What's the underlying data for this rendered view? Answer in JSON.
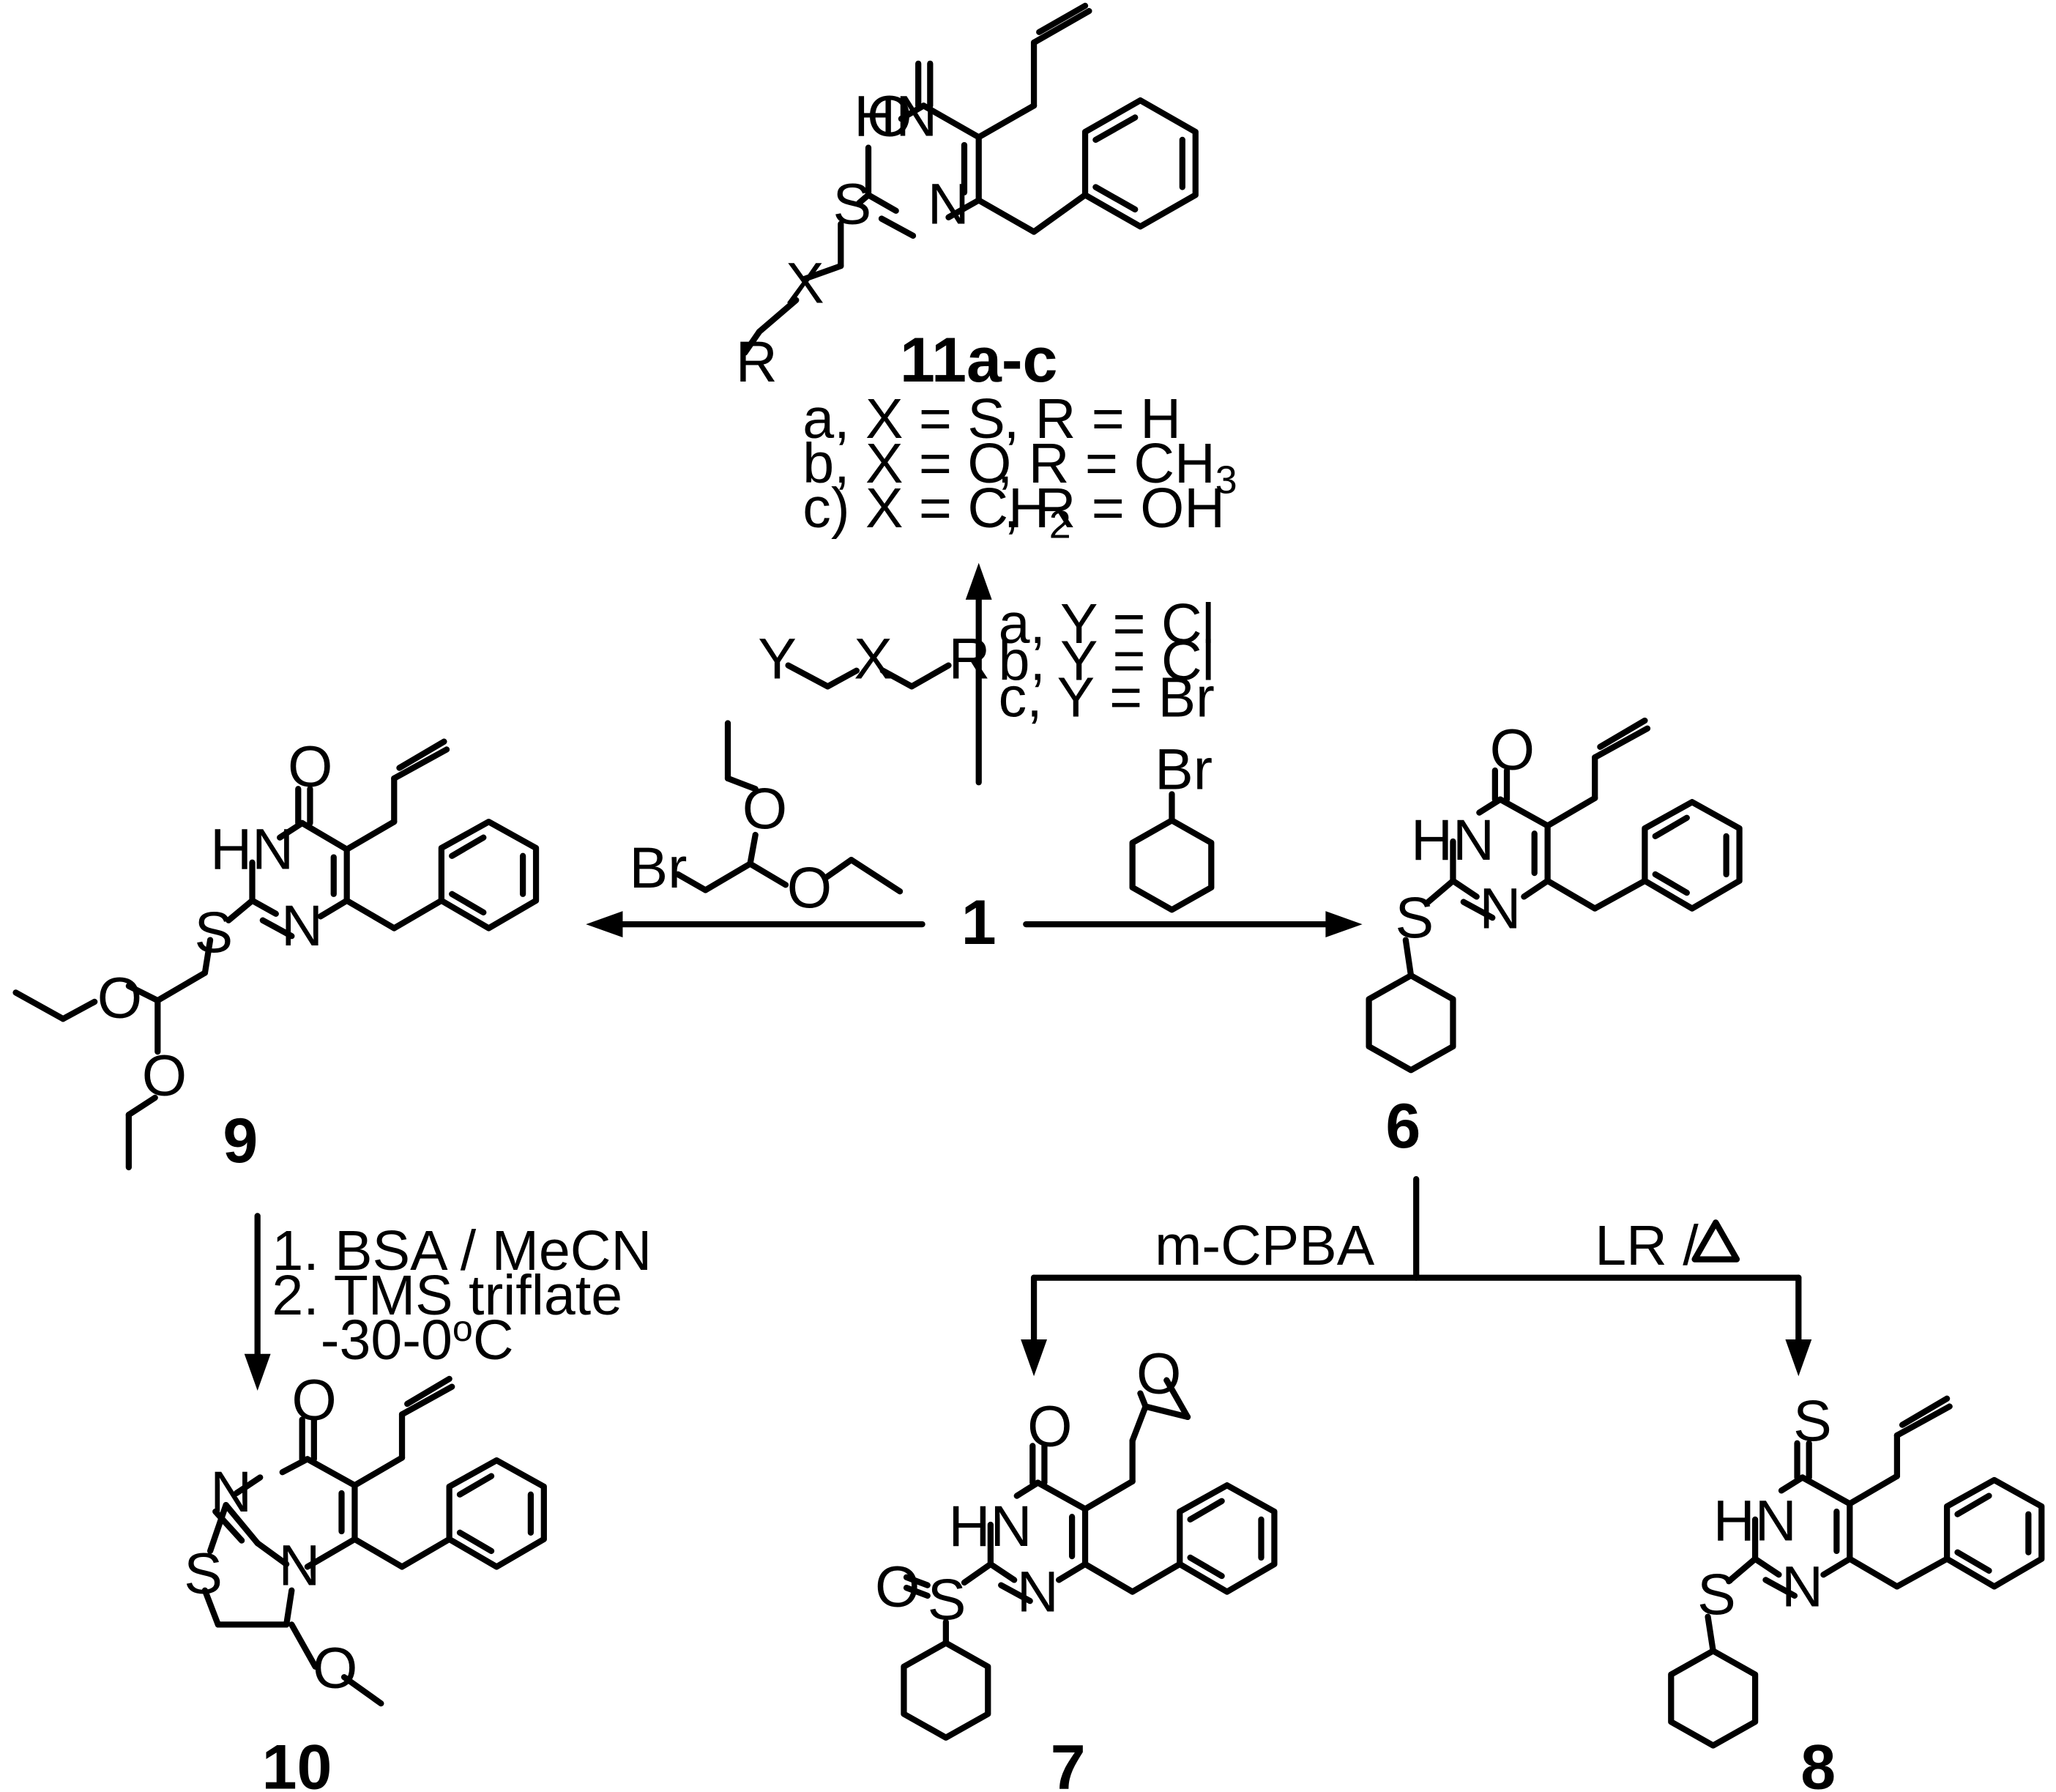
{
  "compounds": {
    "c1": "1",
    "c6": "6",
    "c7": "7",
    "c8": "8",
    "c9": "9",
    "c10": "10",
    "c11": "11a-c"
  },
  "atoms": {
    "O": "O",
    "S": "S",
    "N": "N",
    "HN": "HN",
    "Br": "Br",
    "X": "X",
    "R": "R",
    "Y": "Y"
  },
  "variants_11": [
    {
      "label": "a, X = S",
      "x": "",
      "r": ", R = H",
      "r_sub": ""
    },
    {
      "label": "b, X = O",
      "x": "",
      "r": ", R = CH",
      "r_sub": "3"
    },
    {
      "label": "c) X = CH",
      "x": "2",
      "r": ", R = OH",
      "r_sub": ""
    }
  ],
  "reagent_y": [
    "a, Y = Cl",
    "b, Y = Cl",
    "c, Y = Br"
  ],
  "conditions_9_to_10": {
    "step1": "1. BSA / MeCN",
    "step2": "2. TMS triflate",
    "temp": "-30-0",
    "temp_sup": "o",
    "temp_unit": "C"
  },
  "reagent_6_to_7": "m-CPBA",
  "reagent_6_to_8": "LR /"
}
